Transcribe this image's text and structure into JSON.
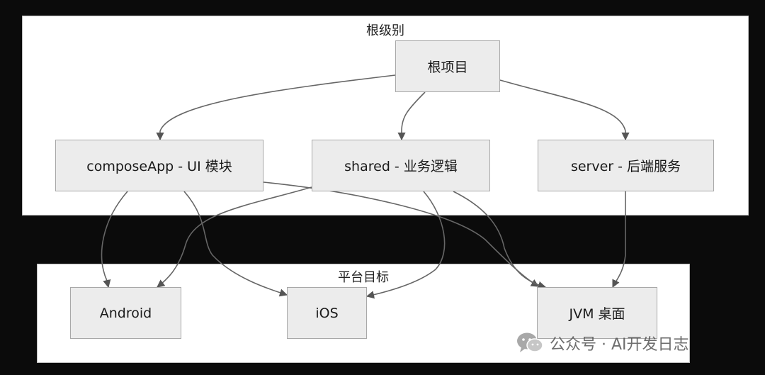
{
  "clusters": {
    "root_level": {
      "title": "根级别"
    },
    "platform_targets": {
      "title": "平台目标"
    }
  },
  "nodes": {
    "root": "根项目",
    "compose_app": "composeApp - UI 模块",
    "shared": "shared - 业务逻辑",
    "server": "server - 后端服务",
    "android": "Android",
    "ios": "iOS",
    "jvm_desktop": "JVM 桌面"
  },
  "edges": [
    {
      "from": "root",
      "to": "compose_app"
    },
    {
      "from": "root",
      "to": "shared"
    },
    {
      "from": "root",
      "to": "server"
    },
    {
      "from": "compose_app",
      "to": "android"
    },
    {
      "from": "compose_app",
      "to": "ios"
    },
    {
      "from": "compose_app",
      "to": "jvm_desktop"
    },
    {
      "from": "shared",
      "to": "android"
    },
    {
      "from": "shared",
      "to": "ios"
    },
    {
      "from": "shared",
      "to": "jvm_desktop"
    },
    {
      "from": "server",
      "to": "jvm_desktop"
    }
  ],
  "watermark": {
    "text": "公众号 · AI开发日志",
    "icon": "wechat-icon"
  }
}
